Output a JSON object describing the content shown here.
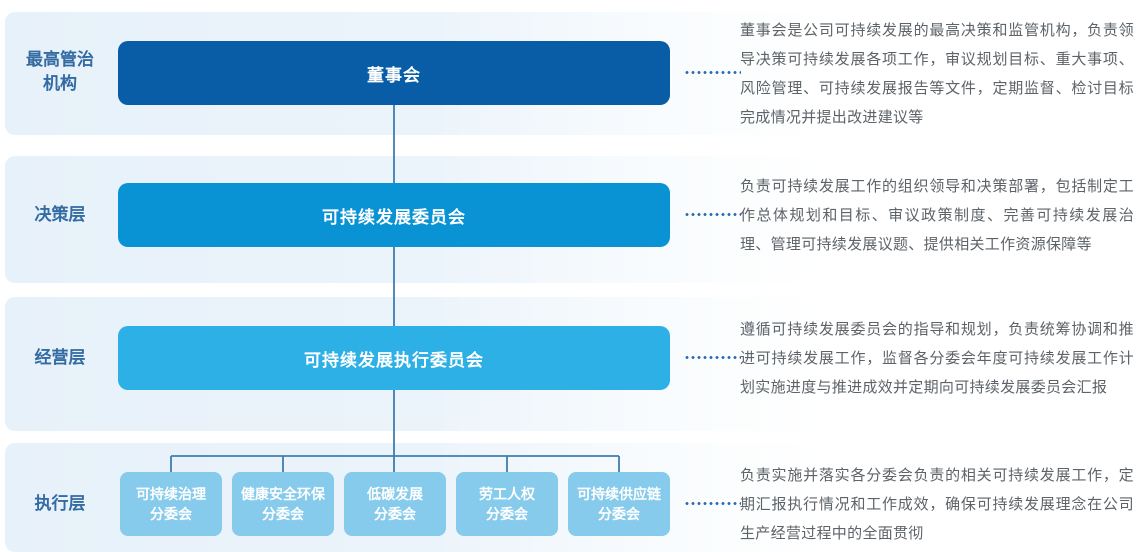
{
  "colors": {
    "board_box": "#085da6",
    "committee_box": "#0992d4",
    "executive_box": "#2db0e5",
    "subcommittee_box": "#87cbec",
    "connector_line": "#3e7db0",
    "leader_dots": "#2a6db4",
    "tier_label_text": "#336ba3",
    "description_text": "#5d6368",
    "band_tint": "#e8f2fa"
  },
  "rows": [
    {
      "tier_label_lines": [
        "最高管治",
        "机构"
      ],
      "box_label": "董事会",
      "description": "董事会是公司可持续发展的最高决策和监管机构，负责领导决策可持续发展各项工作，审议规划目标、重大事项、风险管理、可持续发展报告等文件，定期监督、检讨目标完成情况并提出改进建议等"
    },
    {
      "tier_label_lines": [
        "决策层"
      ],
      "box_label": "可持续发展委员会",
      "description": "负责可持续发展工作的组织领导和决策部署，包括制定工作总体规划和目标、审议政策制度、完善可持续发展治理、管理可持续发展议题、提供相关工作资源保障等"
    },
    {
      "tier_label_lines": [
        "经营层"
      ],
      "box_label": "可持续发展执行委员会",
      "description": "遵循可持续发展委员会的指导和规划，负责统筹协调和推进可持续发展工作，监督各分委会年度可持续发展工作计划实施进度与推进成效并定期向可持续发展委员会汇报"
    },
    {
      "tier_label_lines": [
        "执行层"
      ],
      "subcommittees": [
        {
          "lines": [
            "可持续治理",
            "分委会"
          ]
        },
        {
          "lines": [
            "健康安全环保",
            "分委会"
          ]
        },
        {
          "lines": [
            "低碳发展",
            "分委会"
          ]
        },
        {
          "lines": [
            "劳工人权",
            "分委会"
          ]
        },
        {
          "lines": [
            "可持续供应链",
            "分委会"
          ]
        }
      ],
      "description": "负责实施并落实各分委会负责的相关可持续发展工作，定期汇报执行情况和工作成效，确保可持续发展理念在公司生产经营过程中的全面贯彻"
    }
  ]
}
